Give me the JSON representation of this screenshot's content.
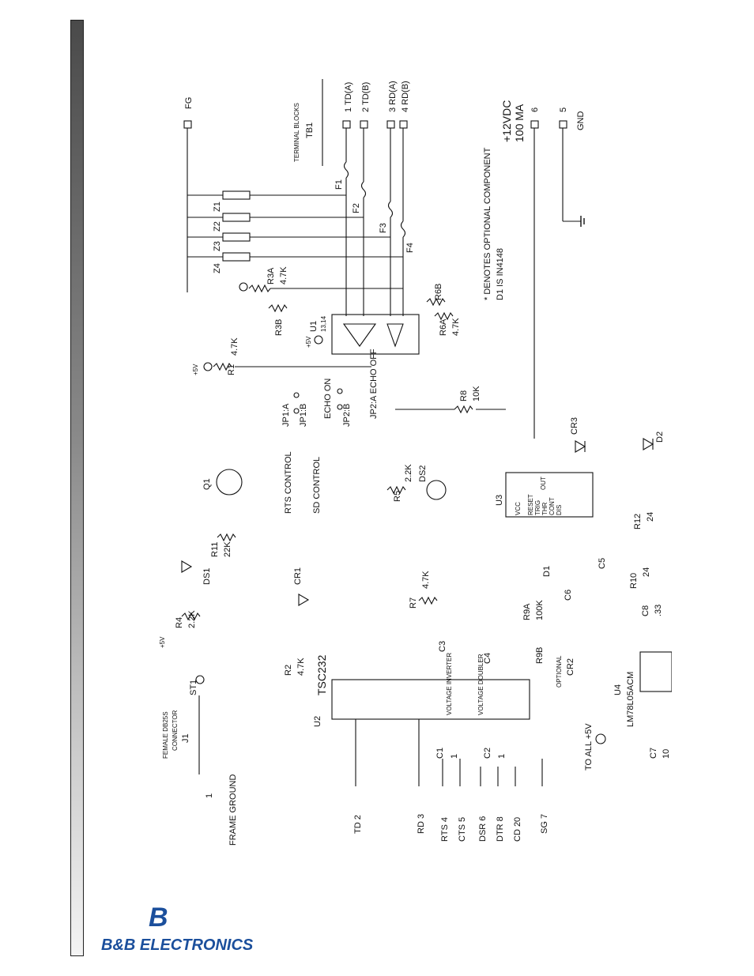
{
  "labels": {
    "fg": "FG",
    "terminal_blocks": "TERMINAL BLOCKS",
    "tb1": "TB1",
    "t1": "1 TD(A)",
    "t2": "2 TD(B)",
    "t3": "3 RD(A)",
    "t4": "4 RD(B)",
    "power_v": "+12VDC",
    "power_ma": "100 MA",
    "t6": "6",
    "t5": "5",
    "gnd": "GND",
    "note1": "* DENOTES OPTIONAL COMPONENT",
    "note2": "D1 IS IN4148",
    "f1": "F1",
    "f2": "F2",
    "f3": "F3",
    "f4": "F4",
    "z1": "Z1",
    "z2": "Z2",
    "z3": "Z3",
    "z4": "Z4",
    "r3a": "R3A",
    "r3a_v": "4.7K",
    "r3b": "R3B",
    "r6a": "R6A",
    "r6a_v": "4.7K",
    "r6b": "R6B",
    "u1": "U1",
    "u1_pins": "13,14",
    "plus5": "+5V",
    "echo_off": "JP2:A ECHO OFF",
    "echo_on": "ECHO ON",
    "jp2b": "JP2:B",
    "r1": "R1",
    "r1_v": "4.7K",
    "jp1a": "JP1:A",
    "jp1b": "JP1:B",
    "rts_control": "RTS CONTROL",
    "sd_control": "SD CONTROL",
    "r8": "R8",
    "r8_v": "10K",
    "r5": "R5",
    "r5_v": "2.2K",
    "ds2": "DS2",
    "cr3": "CR3",
    "d2": "D2",
    "u3": "U3",
    "q1": "Q1",
    "r11": "R11",
    "r11_v": "22K",
    "r4": "R4",
    "r4_v": "2.2K",
    "ds1": "DS1",
    "cr1": "CR1",
    "r7": "R7",
    "r7_v": "4.7K",
    "r2": "R2",
    "r2_v": "4.7K",
    "tsc232": "TSC232",
    "u2": "U2",
    "c3": "C3",
    "c4": "C4",
    "c5": "C5",
    "c6": "C6",
    "d1": "D1",
    "r9a": "R9A",
    "r9a_v": "100K",
    "r9b": "R9B",
    "r10": "R10",
    "r10_v": "24",
    "r12": "R12",
    "r12_v": "24",
    "c8": "C8",
    "c8_v": ".33",
    "u4": "U4",
    "u4_part": "LM78L05ACM",
    "optional": "OPTIONAL",
    "cr2": "CR2",
    "to_all": "TO ALL +5V",
    "c7": "C7",
    "c7_v": "10",
    "c1": "C1",
    "c1_v": "1",
    "c2": "C2",
    "c2_v": "1",
    "st1": "ST1",
    "connector1": "FEMALE DB25S",
    "connector2": "CONNECTOR",
    "j1": "J1",
    "frame_ground": "FRAME GROUND",
    "fg_pin": "1",
    "td2": "TD 2",
    "rd3": "RD 3",
    "rts4": "RTS 4",
    "cts5": "CTS 5",
    "dsr6": "DSR 6",
    "dtr8": "DTR 8",
    "cd20": "CD 20",
    "sg7": "SG 7",
    "voltage_inverter": "VOLTAGE INVERTER",
    "voltage_doubler": "VOLTAGE DOUBLER",
    "reset": "RESET",
    "trig": "TRIG",
    "thr": "THR",
    "cont": "CONT",
    "dis": "DIS",
    "vcc": "VCC",
    "out": "OUT"
  },
  "logo": {
    "brand": "B&B ELECTRONICS",
    "mark": "B"
  },
  "colors": {
    "ink": "#111111",
    "logo_blue": "#1b4f9c",
    "sidebar_dark": "#4a4a4a",
    "sidebar_light": "#f4f4f4"
  }
}
